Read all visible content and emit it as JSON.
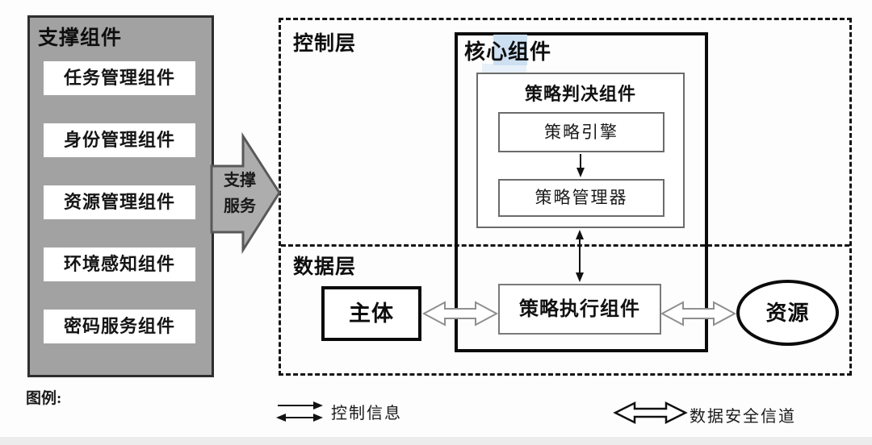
{
  "diagram": {
    "support_panel": {
      "title": "支撑组件",
      "items": [
        "任务管理组件",
        "身份管理组件",
        "资源管理组件",
        "环境感知组件",
        "密码服务组件"
      ]
    },
    "support_arrow": {
      "line1": "支撑",
      "line2": "服务"
    },
    "control_layer_label": "控制层",
    "data_layer_label": "数据层",
    "core_title": "核心组件",
    "decision_title": "策略判决组件",
    "policy_engine": "策略引擎",
    "policy_manager": "策略管理器",
    "enforcement": "策略执行组件",
    "subject": "主体",
    "resource": "资源"
  },
  "legend": {
    "title": "图例:",
    "control_info": "控制信息",
    "data_channel": "数据安全信道"
  },
  "colors": {
    "panel_gray": "#a2a2a2",
    "panel_border": "#2e2e2e",
    "support_arrow_fill": "#adadad",
    "support_arrow_stroke": "#595959",
    "line_black": "#111111",
    "hollow_arrow_stroke": "#8f8f8f",
    "highlight_blue": "#cde0f2"
  }
}
